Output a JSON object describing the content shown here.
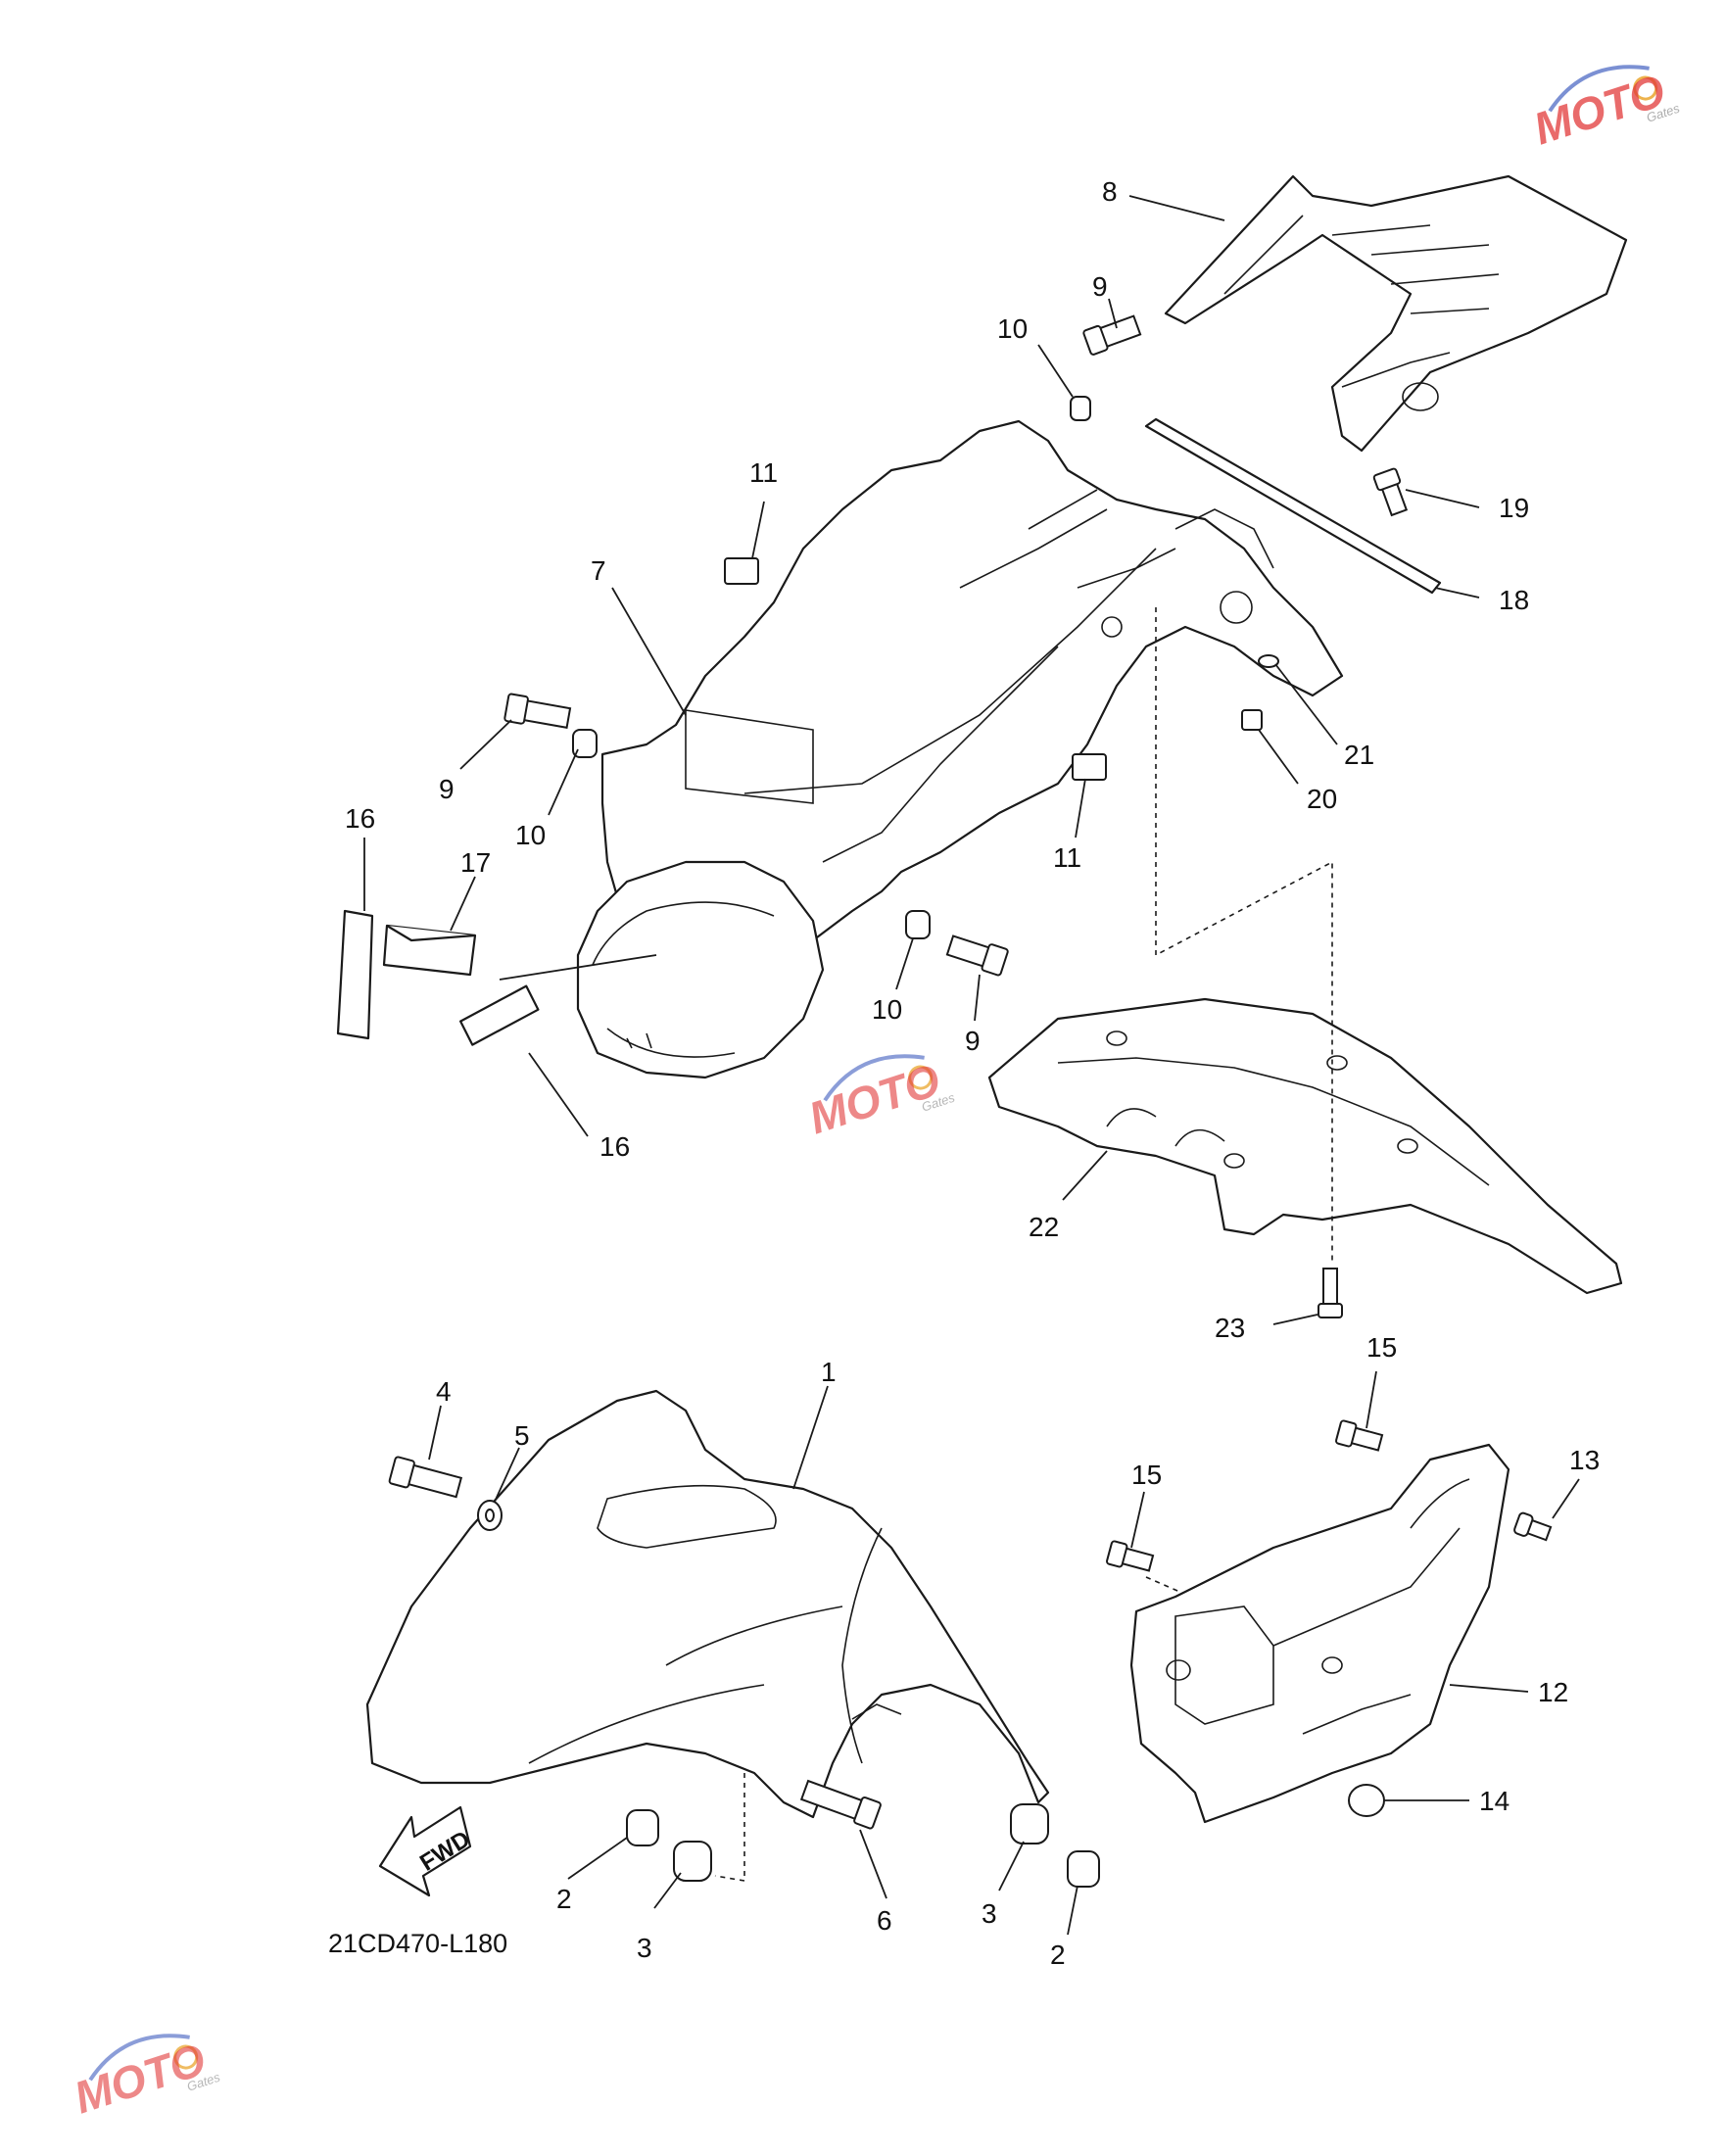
{
  "diagram_code": "21CD470-L180",
  "fwd_label": "FWD",
  "watermark": {
    "brand": "MOTO",
    "sub": "Gates",
    "color_primary": "#e23a3a",
    "color_secondary": "#5a74c8"
  },
  "callouts": [
    {
      "id": "c8",
      "label": "8"
    },
    {
      "id": "c9a",
      "label": "9"
    },
    {
      "id": "c10a",
      "label": "10"
    },
    {
      "id": "c11a",
      "label": "11"
    },
    {
      "id": "c19",
      "label": "19"
    },
    {
      "id": "c7",
      "label": "7"
    },
    {
      "id": "c18",
      "label": "18"
    },
    {
      "id": "c9b",
      "label": "9"
    },
    {
      "id": "c10b",
      "label": "10"
    },
    {
      "id": "c21",
      "label": "21"
    },
    {
      "id": "c20",
      "label": "20"
    },
    {
      "id": "c16a",
      "label": "16"
    },
    {
      "id": "c17",
      "label": "17"
    },
    {
      "id": "c11b",
      "label": "11"
    },
    {
      "id": "c10c",
      "label": "10"
    },
    {
      "id": "c9c",
      "label": "9"
    },
    {
      "id": "c16b",
      "label": "16"
    },
    {
      "id": "c22",
      "label": "22"
    },
    {
      "id": "c23",
      "label": "23"
    },
    {
      "id": "c15a",
      "label": "15"
    },
    {
      "id": "c4",
      "label": "4"
    },
    {
      "id": "c1",
      "label": "1"
    },
    {
      "id": "c5",
      "label": "5"
    },
    {
      "id": "c13",
      "label": "13"
    },
    {
      "id": "c15b",
      "label": "15"
    },
    {
      "id": "c12",
      "label": "12"
    },
    {
      "id": "c14",
      "label": "14"
    },
    {
      "id": "c2a",
      "label": "2"
    },
    {
      "id": "c6",
      "label": "6"
    },
    {
      "id": "c3a",
      "label": "3"
    },
    {
      "id": "c3b",
      "label": "3"
    },
    {
      "id": "c2b",
      "label": "2"
    }
  ]
}
